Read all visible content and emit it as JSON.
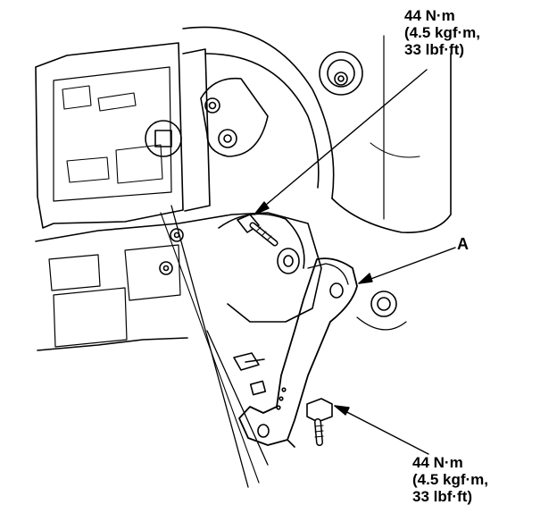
{
  "callouts": {
    "torque_top": {
      "line1": "44 N·m",
      "line2": "(4.5 kgf·m,",
      "line3": "33 lbf·ft)"
    },
    "torque_bottom": {
      "line1": "44 N·m",
      "line2": "(4.5 kgf·m,",
      "line3": "33 lbf·ft)"
    },
    "part_a": "A"
  },
  "colors": {
    "ink": "#000000",
    "paper": "#ffffff"
  }
}
